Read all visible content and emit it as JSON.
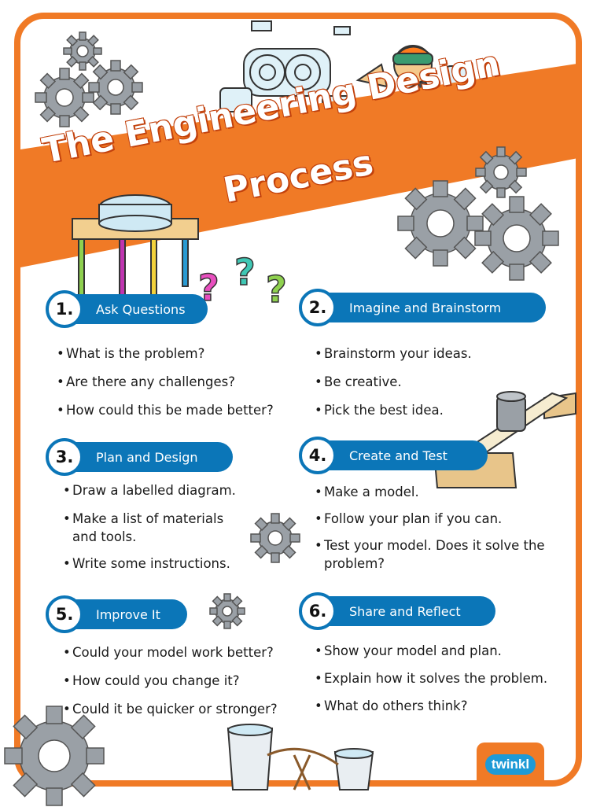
{
  "title": {
    "line1": "The Engineering Design",
    "line2": "Process"
  },
  "steps": [
    {
      "num": "1.",
      "label": "Ask Questions",
      "items": [
        "What is the problem?",
        "Are there any challenges?",
        "How could this be made better?"
      ]
    },
    {
      "num": "2.",
      "label": "Imagine and Brainstorm",
      "items": [
        "Brainstorm your ideas.",
        "Be creative.",
        "Pick the best idea."
      ]
    },
    {
      "num": "3.",
      "label": "Plan and Design",
      "items": [
        "Draw a labelled diagram.",
        "Make a list of materials and tools.",
        "Write some instructions."
      ]
    },
    {
      "num": "4.",
      "label": "Create and Test",
      "items": [
        "Make a model.",
        "Follow your plan if you can.",
        "Test your model. Does it solve the problem?"
      ]
    },
    {
      "num": "5.",
      "label": "Improve It",
      "items": [
        "Could your model work better?",
        "How could you change it?",
        "Could it be quicker or stronger?"
      ]
    },
    {
      "num": "6.",
      "label": "Share and Reflect",
      "items": [
        "Show your model and plan.",
        "Explain how it solves the problem.",
        "What do others think?"
      ]
    }
  ],
  "logo": {
    "text": "twinkl"
  },
  "colors": {
    "frame": "#f07a26",
    "pill": "#0b76b8",
    "banner": "#f07a26",
    "gear": "#9aa0a6"
  },
  "icons": [
    "gear-icon",
    "question-mark-icon",
    "engineer-illustration",
    "table-model-illustration",
    "bridge-model-illustration",
    "cups-model-illustration"
  ]
}
